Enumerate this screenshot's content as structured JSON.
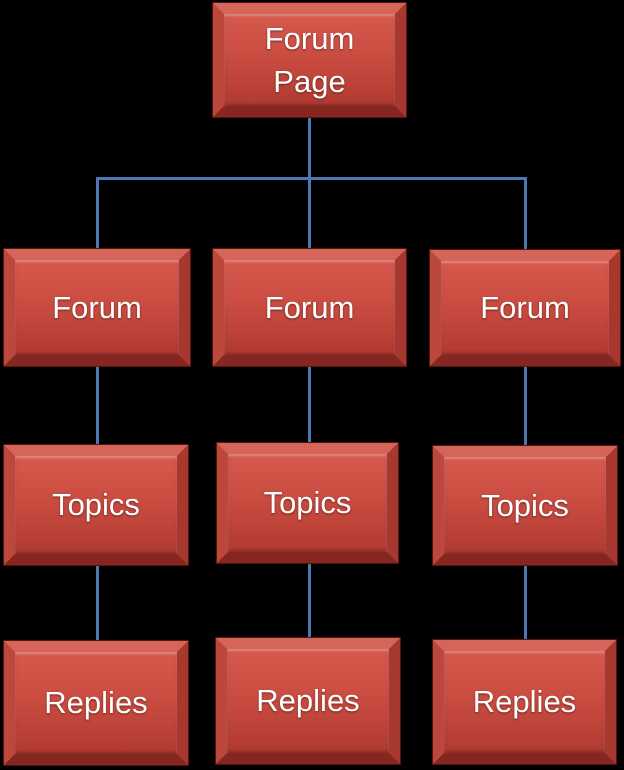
{
  "diagram": {
    "type": "hierarchy",
    "root": {
      "label": "Forum Page"
    },
    "branches": [
      {
        "nodes": [
          {
            "label": "Forum"
          },
          {
            "label": "Topics"
          },
          {
            "label": "Replies"
          }
        ]
      },
      {
        "nodes": [
          {
            "label": "Forum"
          },
          {
            "label": "Topics"
          },
          {
            "label": "Replies"
          }
        ]
      },
      {
        "nodes": [
          {
            "label": "Forum"
          },
          {
            "label": "Topics"
          },
          {
            "label": "Replies"
          }
        ]
      }
    ],
    "colors": {
      "background": "#000000",
      "node_fill_top": "#d6594e",
      "node_fill_bottom": "#b23a30",
      "node_bevel_dark": "#862620",
      "connector": "#4b79b2",
      "text": "#ffffff"
    }
  }
}
